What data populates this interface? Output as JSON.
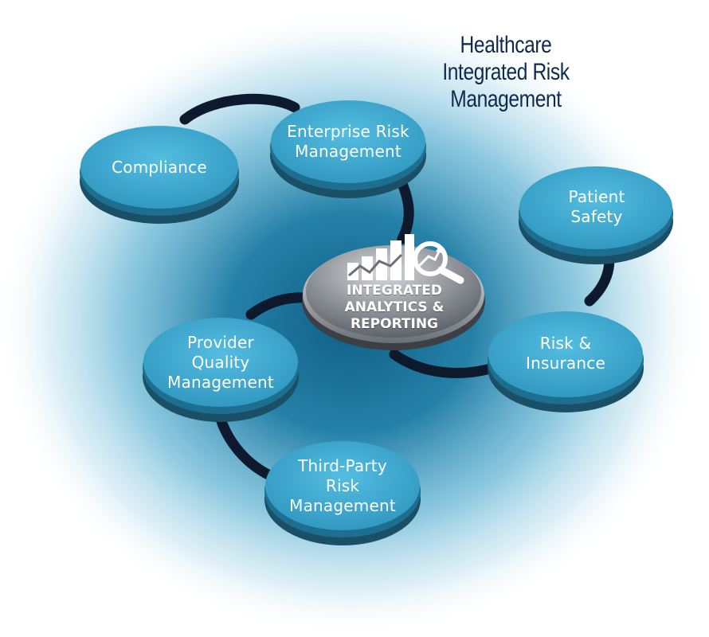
{
  "title": {
    "line1": "Healthcare",
    "line2": "Integrated Risk",
    "line3": "Management"
  },
  "hub": {
    "line1": "INTEGRATED",
    "line2": "ANALYTICS &",
    "line3": "REPORTING",
    "icon": "bar-chart-magnifier-icon"
  },
  "nodes": {
    "compliance": {
      "line1": "Compliance"
    },
    "enterprise": {
      "line1": "Enterprise Risk",
      "line2": "Management"
    },
    "patient": {
      "line1": "Patient",
      "line2": "Safety"
    },
    "risk_insurance": {
      "line1": "Risk &",
      "line2": "Insurance"
    },
    "provider": {
      "line1": "Provider",
      "line2": "Quality",
      "line3": "Management"
    },
    "third_party": {
      "line1": "Third-Party",
      "line2": "Risk",
      "line3": "Management"
    }
  },
  "colors": {
    "node_fill": "#3ba7cf",
    "node_edge": "#1d6e8f",
    "ring": "#0d1a2e",
    "hub_silver": "#9a9ea4",
    "title": "#0f2a4a",
    "glow": "#1b7ea8"
  }
}
